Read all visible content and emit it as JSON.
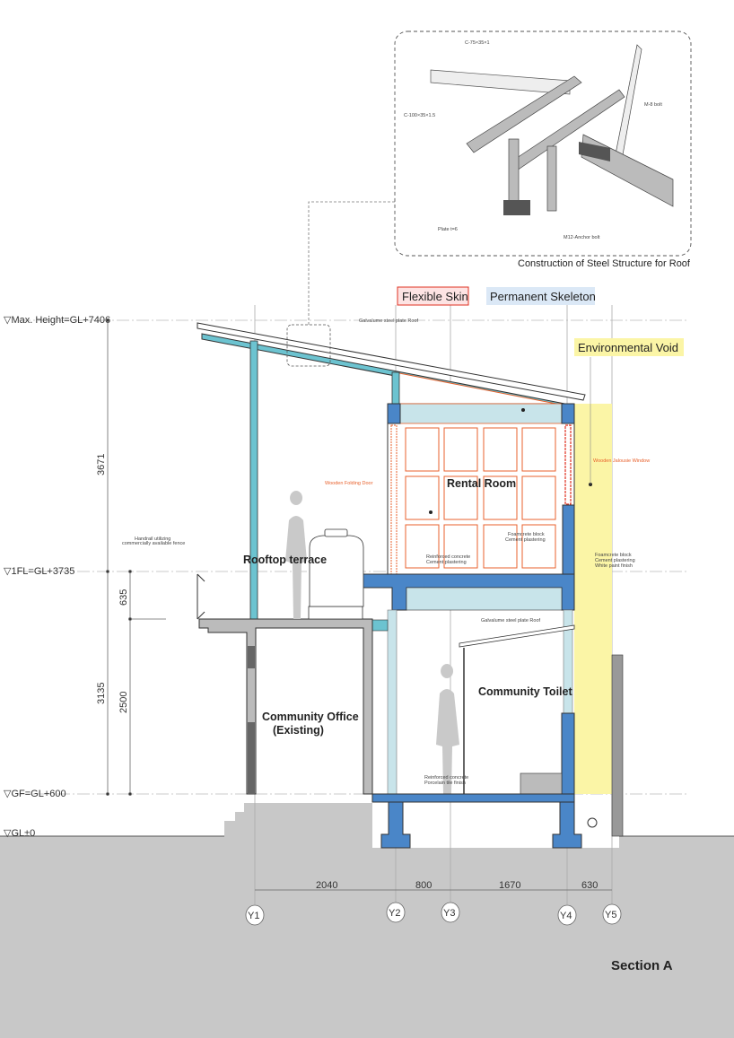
{
  "title": "Section A",
  "inset": {
    "caption": "Construction of Steel Structure for Roof",
    "labels": [
      "C-75×35×1",
      "C-100×35×1.5",
      "M-8 bolt",
      "Plate t=6",
      "M12-Anchor bolt"
    ]
  },
  "concepts": {
    "flexible_skin": "Flexible Skin",
    "permanent_skeleton": "Permanent Skeleton",
    "environmental_void": "Environmental Void"
  },
  "levels": {
    "max_height": "▽Max. Height=GL+7406",
    "fl1": "▽1FL=GL+3735",
    "gf": "▽GF=GL+600",
    "gl": "▽GL±0"
  },
  "vertical_dims": [
    "3671",
    "3135",
    "635",
    "2500"
  ],
  "horizontal_dims": [
    "2040",
    "800",
    "1670",
    "630"
  ],
  "grid_axes": [
    "Y1",
    "Y2",
    "Y3",
    "Y4",
    "Y5"
  ],
  "rooms": {
    "rental_room": "Rental Room",
    "rooftop_terrace": "Rooftop terrace",
    "community_office": "Community Office",
    "community_office_sub": "(Existing)",
    "community_toilet": "Community Toilet"
  },
  "notes": {
    "roof_main": "Galvalume steel plate Roof",
    "roof_toilet": "Galvalume steel plate Roof",
    "folding_door": "Wooden Folding Door",
    "jalousie": "Wooden Jalousie Window",
    "handrail_1": "Handrail utilizing",
    "handrail_2": "commercially available fence",
    "foam_inner_1": "Foamcrete block",
    "foam_inner_2": "Cement plastering",
    "foam_outer_1": "Foamcrete block",
    "foam_outer_2": "Cement plastering",
    "foam_outer_3": "White paint finish",
    "rc_upper_1": "Reinforced concrete",
    "rc_upper_2": "Cement plastering",
    "rc_lower_1": "Reinforced concrete",
    "rc_lower_2": "Porcelain tile finish"
  },
  "colors": {
    "skeleton_blue": "#4a86c8",
    "light_blue": "#c8e4ea",
    "void_yellow": "#fbf5a6",
    "skin_orange": "#e8612c",
    "ground_gray": "#c8c8c8"
  }
}
